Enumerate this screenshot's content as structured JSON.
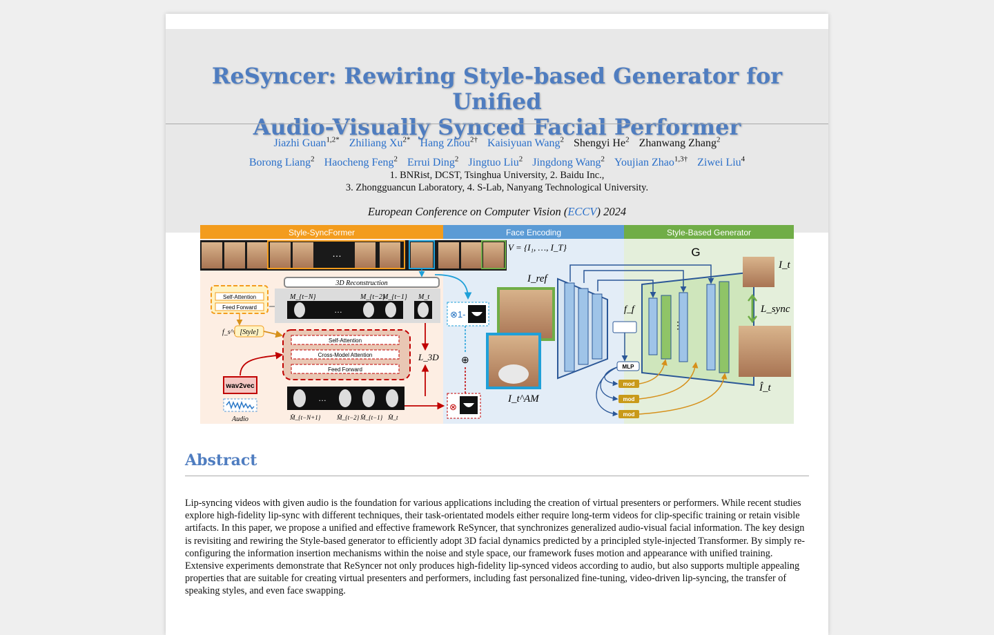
{
  "paper": {
    "title_line1": "ReSyncer: Rewiring Style-based Generator for Unified",
    "title_line2": "Audio-Visually Synced Facial Performer",
    "authors_row1": [
      {
        "name": "Jiazhi Guan",
        "sup": "1,2*",
        "linked": true
      },
      {
        "name": "Zhiliang Xu",
        "sup": "2*",
        "linked": true
      },
      {
        "name": "Hang Zhou",
        "sup": "2†",
        "linked": true
      },
      {
        "name": "Kaisiyuan Wang",
        "sup": "2",
        "linked": true
      },
      {
        "name": "Shengyi He",
        "sup": "2",
        "linked": false
      },
      {
        "name": "Zhanwang Zhang",
        "sup": "2",
        "linked": false
      }
    ],
    "authors_row2": [
      {
        "name": "Borong Liang",
        "sup": "2",
        "linked": true
      },
      {
        "name": "Haocheng Feng",
        "sup": "2",
        "linked": true
      },
      {
        "name": "Errui Ding",
        "sup": "2",
        "linked": true
      },
      {
        "name": "Jingtuo Liu",
        "sup": "2",
        "linked": true
      },
      {
        "name": "Jingdong Wang",
        "sup": "2",
        "linked": true
      },
      {
        "name": "Youjian Zhao",
        "sup": "1,3†",
        "linked": true
      },
      {
        "name": "Ziwei Liu",
        "sup": "4",
        "linked": true
      }
    ],
    "affiliation_line1": "1. BNRist, DCST, Tsinghua University,   2. Baidu Inc.,",
    "affiliation_line2": "3. Zhongguancun Laboratory,   4. S-Lab, Nanyang Technological University.",
    "venue_prefix": "European Conference on Computer Vision (",
    "venue_link": "ECCV",
    "venue_suffix": ") 2024"
  },
  "figure": {
    "section_labels": {
      "syncformer": "Style-SyncFormer",
      "face_encoding": "Face Encoding",
      "generator": "Style-Based Generator"
    },
    "frames_set": "V = {I₁, …, I_T}",
    "reconstruction": "3D Reconstruction",
    "self_attention": "Self-Attention",
    "feed_forward": "Feed Forward",
    "cross_attention": "Cross-Model Attention",
    "style_token": "[Style]",
    "style_feature": "f_s^τ",
    "wav2vec": "wav2vec",
    "audio": "Audio",
    "mesh_labels_top": [
      "M_{t−N}",
      "M_{t−2}",
      "M_{t−1}",
      "M_t"
    ],
    "mesh_labels_bottom": [
      "M̂_{t−N+1}",
      "M̂_{t−2}",
      "M̂_{t−1}",
      "M̂_t"
    ],
    "loss_3d": "L_3D",
    "i_ref": "I_ref",
    "i_am": "I_t^AM",
    "one_minus": "⊗1-",
    "oplus": "⊕",
    "otimes": "⊗",
    "ff": "f_f",
    "mlp": "MLP",
    "mod": "mod",
    "generator_G": "G",
    "i_t": "I_t",
    "l_sync": "L_sync",
    "i_t_hat": "Î_t",
    "ellipsis": "…",
    "vdots": "⋮",
    "colors": {
      "orange": "#f39c1d",
      "blue": "#5b9bd5",
      "green": "#70ad47",
      "red": "#c00000"
    }
  },
  "abstract": {
    "heading": "Abstract",
    "text": "Lip-syncing videos with given audio is the foundation for various applications including the creation of virtual presenters or performers. While recent studies explore high-fidelity lip-sync with different techniques, their task-orientated models either require long-term videos for clip-specific training or retain visible artifacts. In this paper, we propose a unified and effective framework ReSyncer, that synchronizes generalized audio-visual facial information. The key design is revisiting and rewiring the Style-based generator to efficiently adopt 3D facial dynamics predicted by a principled style-injected Transformer. By simply re-configuring the information insertion mechanisms within the noise and style space, our framework fuses motion and appearance with unified training. Extensive experiments demonstrate that ReSyncer not only produces high-fidelity lip-synced videos according to audio, but also supports multiple appealing properties that are suitable for creating virtual presenters and performers, including fast personalized fine-tuning, video-driven lip-syncing, the transfer of speaking styles, and even face swapping."
  }
}
